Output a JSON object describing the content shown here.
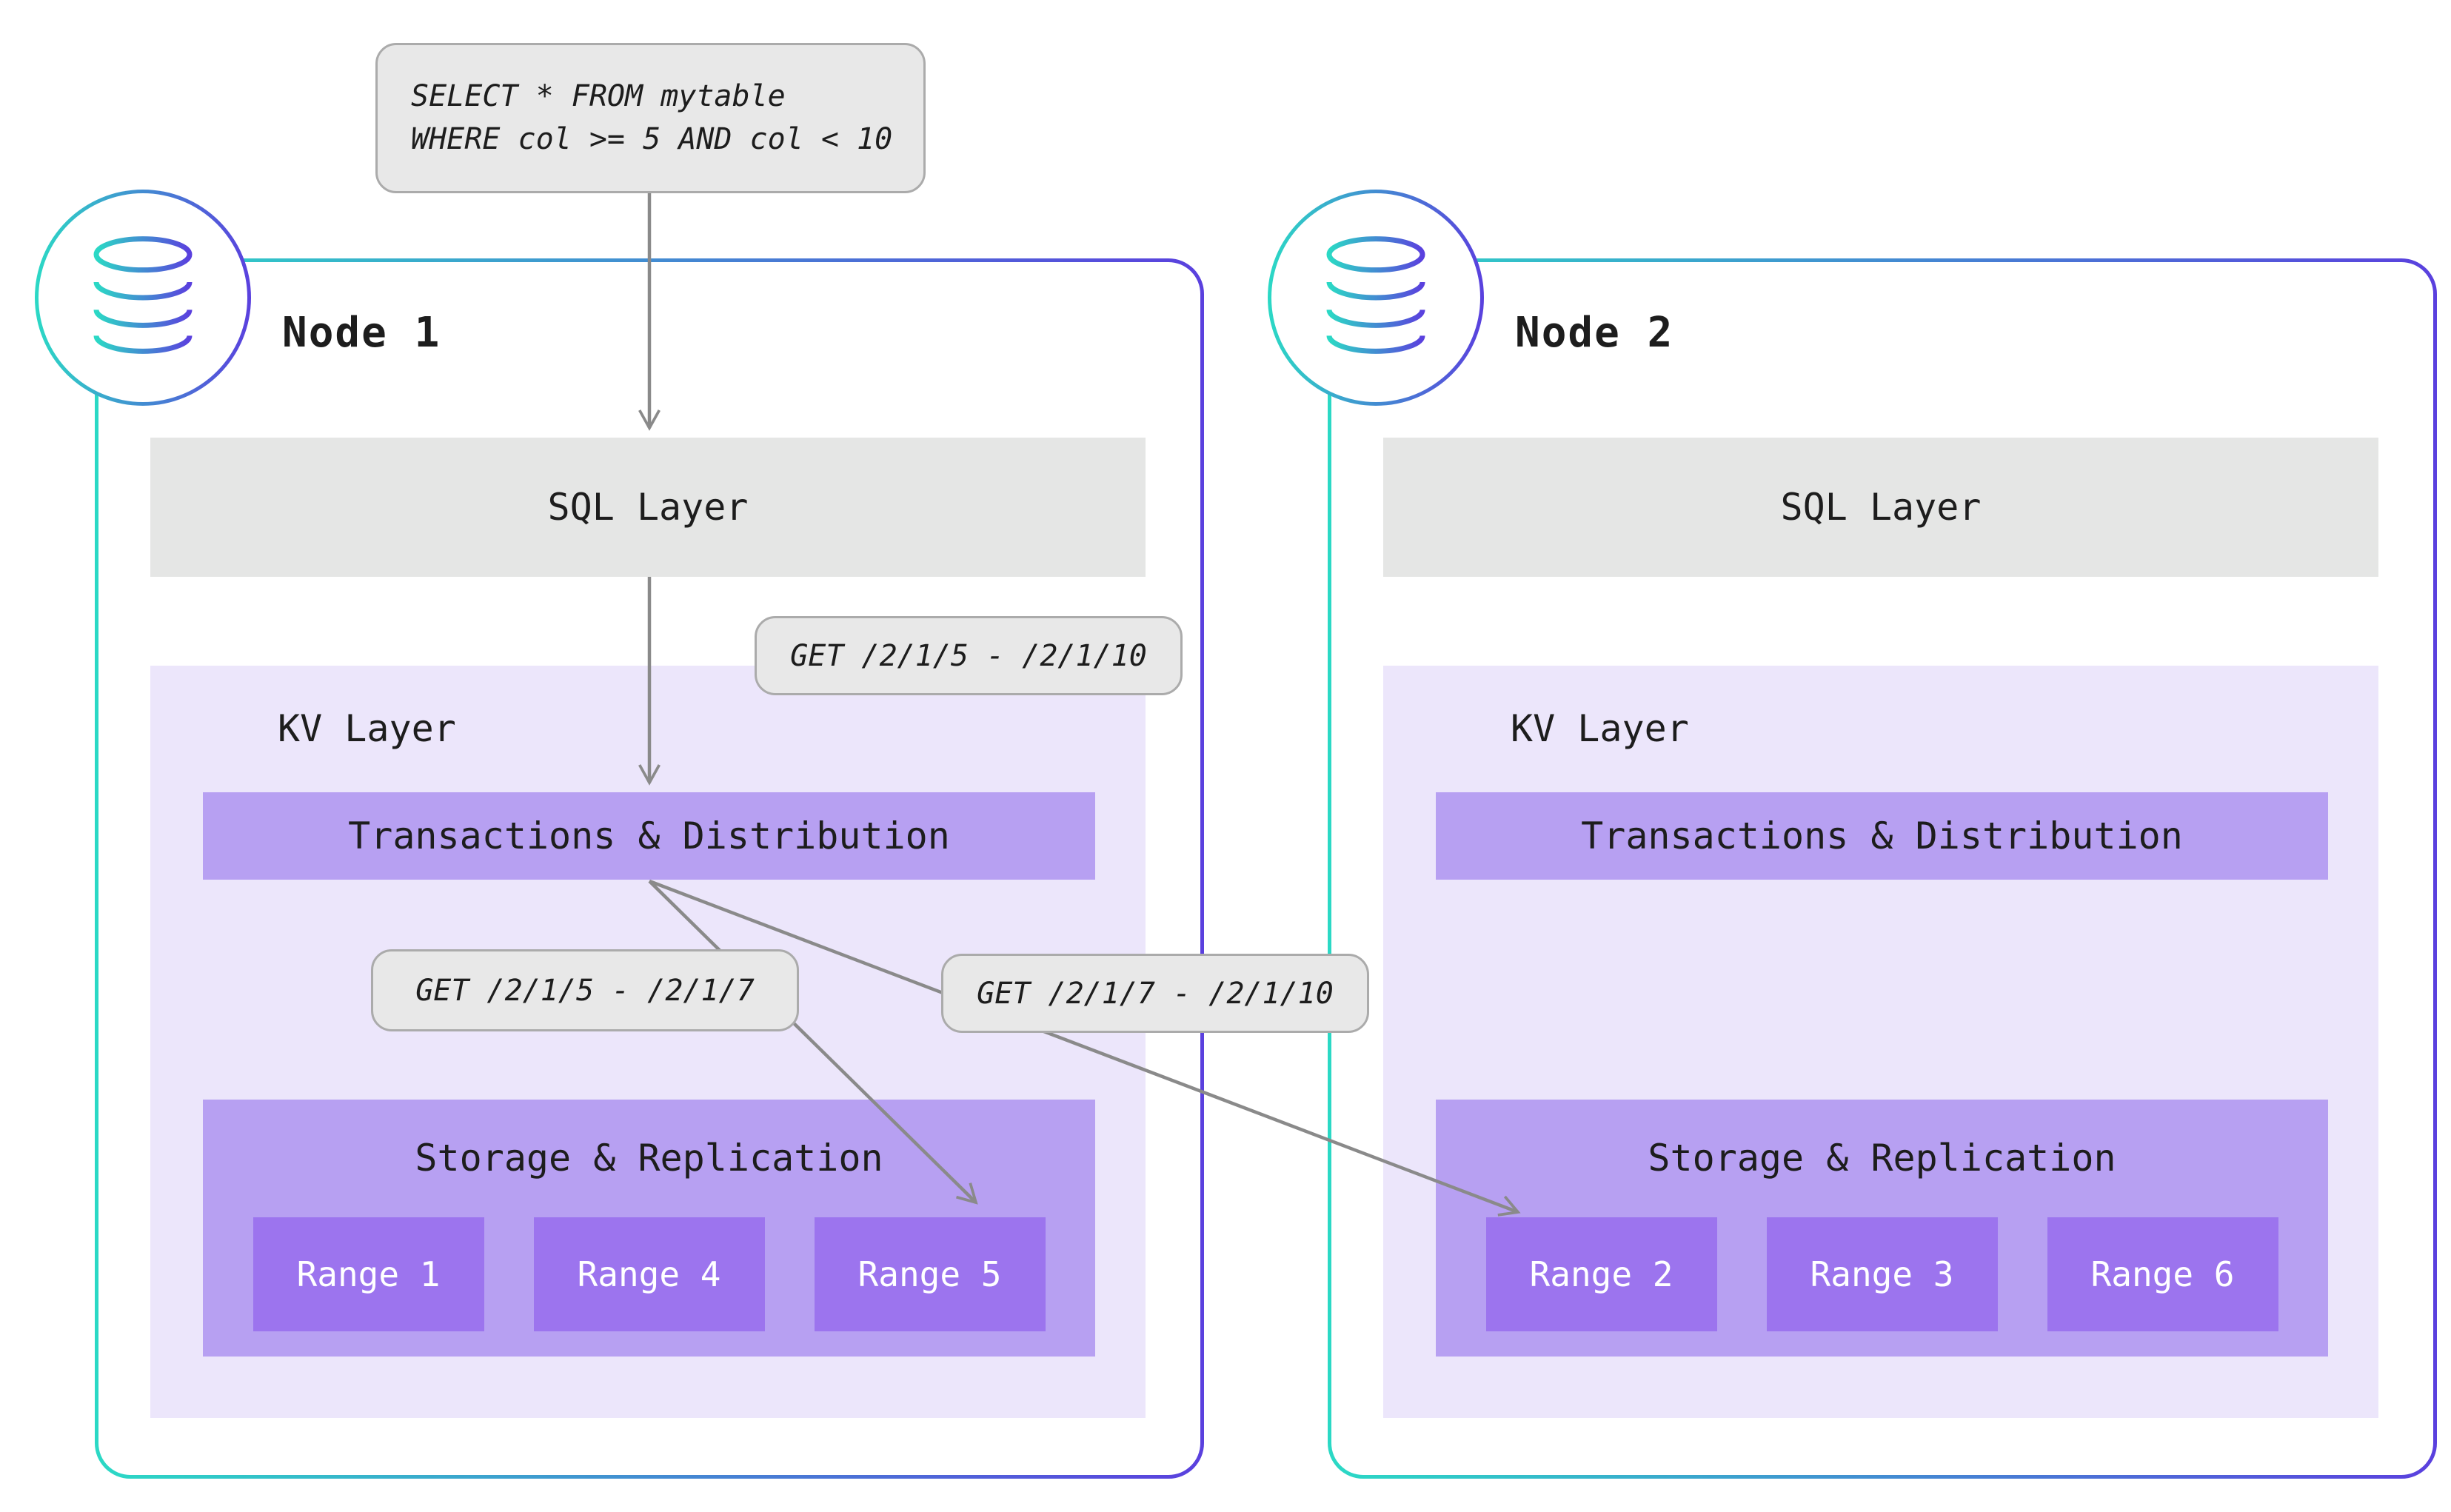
{
  "query_bubble": {
    "line1": "SELECT * FROM mytable",
    "line2": "WHERE col >= 5 AND col < 10"
  },
  "nodes": [
    {
      "title": "Node 1",
      "sql_label": "SQL Layer",
      "kv_label": "KV Layer",
      "td_label": "Transactions & Distribution",
      "sr_label": "Storage & Replication",
      "ranges": [
        "Range 1",
        "Range 4",
        "Range 5"
      ]
    },
    {
      "title": "Node 2",
      "sql_label": "SQL Layer",
      "kv_label": "KV Layer",
      "td_label": "Transactions & Distribution",
      "sr_label": "Storage & Replication",
      "ranges": [
        "Range 2",
        "Range 3",
        "Range 6"
      ]
    }
  ],
  "get_labels": {
    "full_range": "GET /2/1/5 - /2/1/10",
    "left_split": "GET /2/1/5 - /2/1/7",
    "right_split": "GET /2/1/7 - /2/1/10"
  },
  "colors": {
    "gradient_teal": "#2BD9C5",
    "gradient_purple": "#5A40DE",
    "kv_panel": "#ECE6FB",
    "layer_bar_purple": "#B7A0F2",
    "range_purple": "#9C74EE",
    "sql_gray": "#E5E6E5",
    "bubble_gray": "#E8E8E8",
    "arrow_gray": "#8A8A8A"
  }
}
